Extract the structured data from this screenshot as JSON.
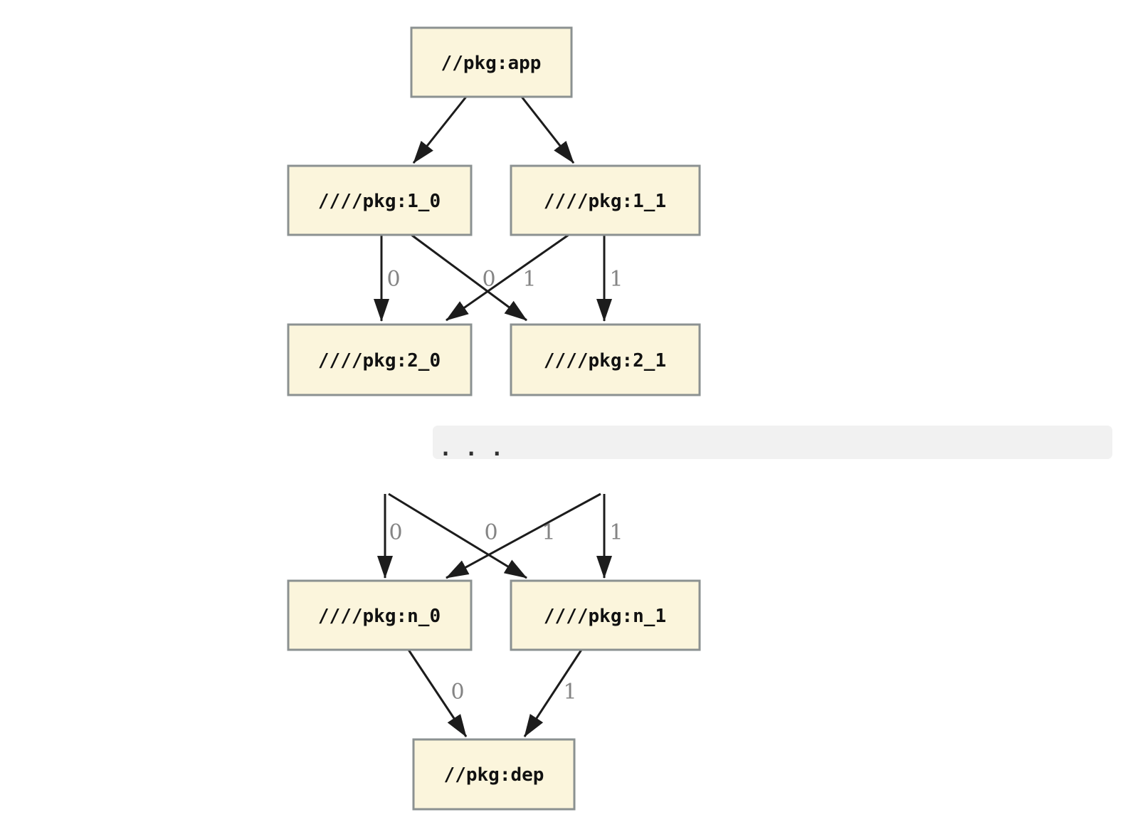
{
  "colors": {
    "background": "#ffffff",
    "node_fill": "#fbf5dc",
    "node_border": "#8b9191",
    "edge": "#1c1c1c",
    "edge_label": "#848484",
    "ellipsis_bar": "#f1f1f1",
    "ellipsis_dots": "#2f2f2f"
  },
  "nodes": {
    "app": {
      "label": "//pkg:app"
    },
    "l1_0": {
      "label": "////pkg:1_0"
    },
    "l1_1": {
      "label": "////pkg:1_1"
    },
    "l2_0": {
      "label": "////pkg:2_0"
    },
    "l2_1": {
      "label": "////pkg:2_1"
    },
    "ln_0": {
      "label": "////pkg:n_0"
    },
    "ln_1": {
      "label": "////pkg:n_1"
    },
    "dep": {
      "label": "//pkg:dep"
    }
  },
  "ellipsis": {
    "dots": ". . ."
  },
  "edges": {
    "l1_0_to_l2_0": {
      "label": "0"
    },
    "l1_1_to_l2_0": {
      "label": "0"
    },
    "l1_0_to_l2_1": {
      "label": "1"
    },
    "l1_1_to_l2_1": {
      "label": "1"
    },
    "left_to_n_0": {
      "label": "0"
    },
    "right_to_n_0": {
      "label": "0"
    },
    "left_to_n_1": {
      "label": "1"
    },
    "right_to_n_1": {
      "label": "1"
    },
    "n_0_to_dep": {
      "label": "0"
    },
    "n_1_to_dep": {
      "label": "1"
    }
  }
}
